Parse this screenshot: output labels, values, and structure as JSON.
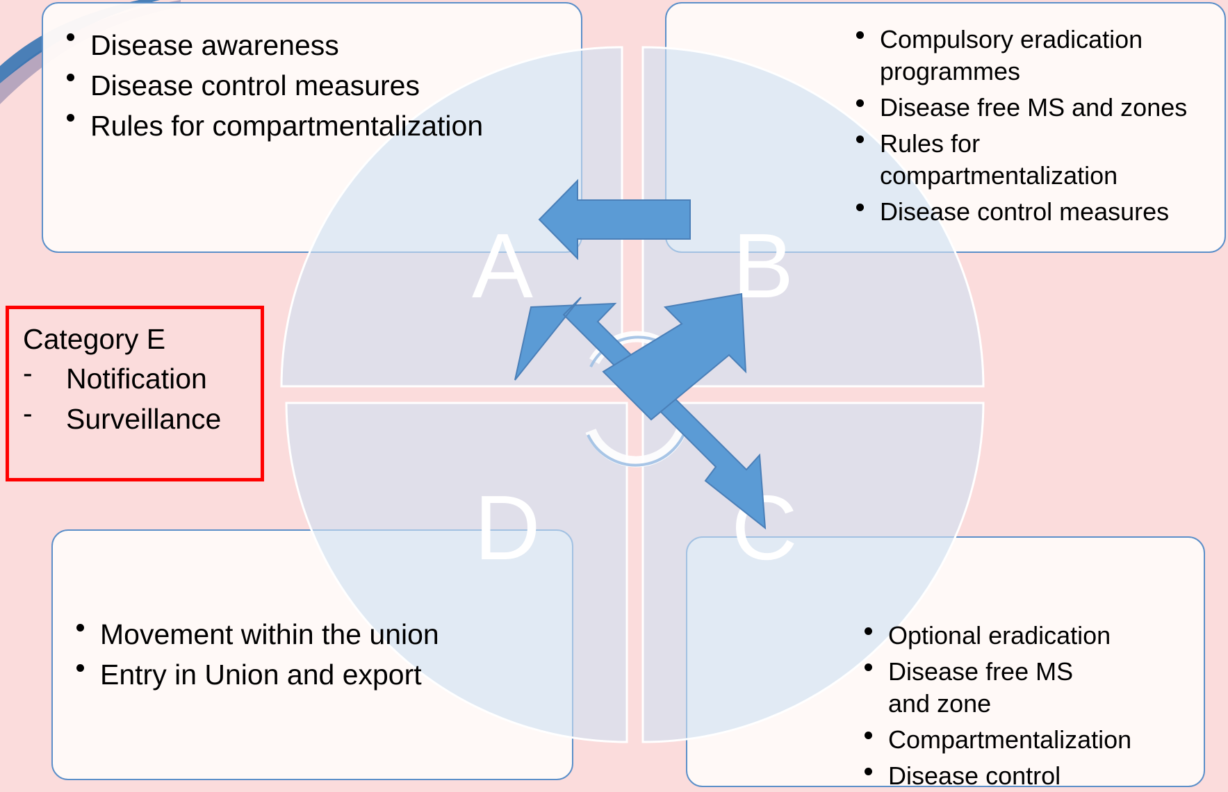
{
  "colors": {
    "background": "#fbdcdc",
    "box_border": "#5b8fc9",
    "arrow_fill": "#5b9bd5",
    "arrow_stroke": "#4a7fb8",
    "circle_fill": "#cfe0f2",
    "category_border": "#ff0000"
  },
  "quadrants": {
    "a": {
      "letter": "A",
      "items": [
        "Disease awareness",
        "Disease control measures",
        "Rules for compartmentalization"
      ]
    },
    "b": {
      "letter": "B",
      "items": [
        "Compulsory eradication programmes",
        "Disease free MS and zones",
        "Rules for compartmentalization",
        "Disease control measures"
      ]
    },
    "c": {
      "letter": "C",
      "items": [
        "Optional eradication",
        "Disease free MS and zone",
        "Compartmentalization",
        "Disease control"
      ]
    },
    "d": {
      "letter": "D",
      "items": [
        "Movement within the union",
        "Entry in Union and export"
      ]
    }
  },
  "category_e": {
    "title": "Category E",
    "items": [
      "Notification",
      "Surveillance"
    ],
    "bullet": "-"
  },
  "icons": [
    "cycle-arrows-icon",
    "left-arrow-icon",
    "cross-double-arrow-icon"
  ]
}
